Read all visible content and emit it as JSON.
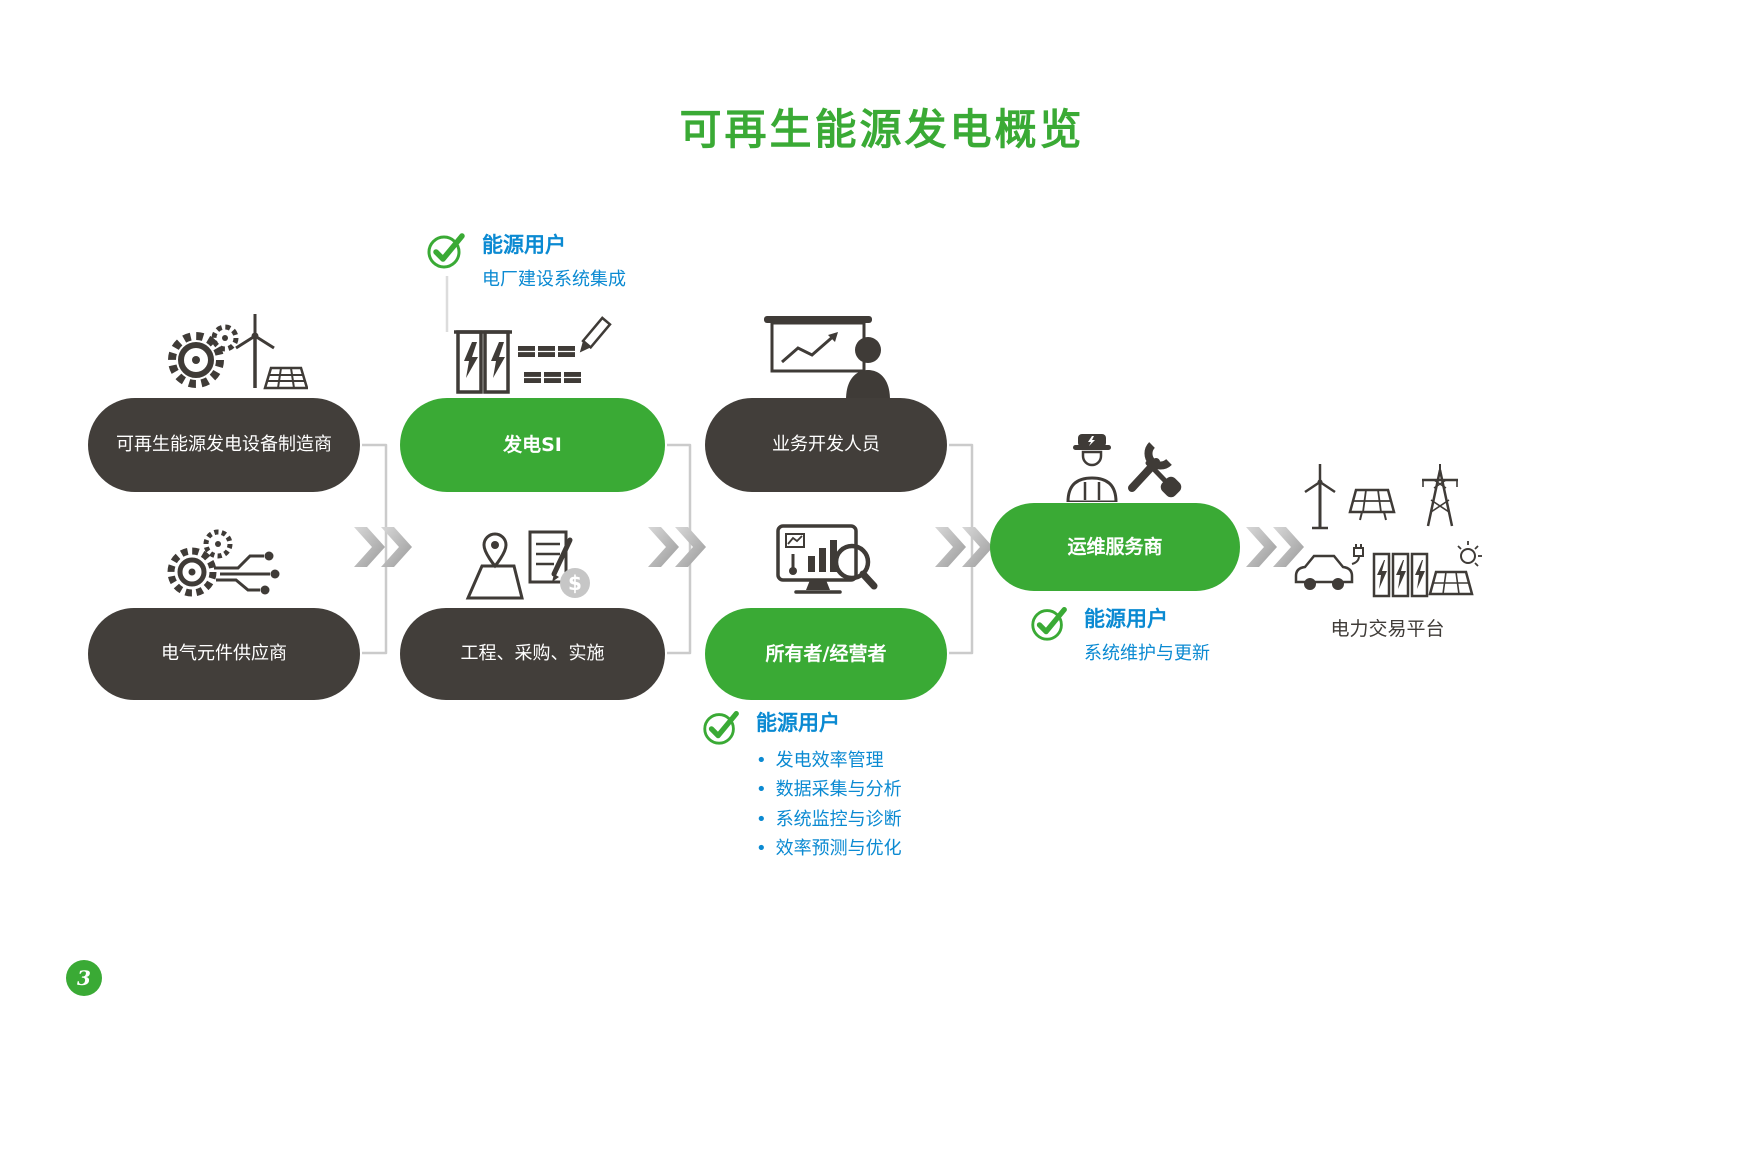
{
  "slide": {
    "title": "可再生能源发电概览",
    "page_number": "3"
  },
  "colors": {
    "brand_green": "#3aaa35",
    "dark_gray": "#423e3a",
    "accent_blue": "#0b8ad2"
  },
  "pills": {
    "manufacturer": "可再生能源发电设备制造商",
    "component_supplier": "电气元件供应商",
    "generation_si": "发电SI",
    "epc": "工程、采购、实施",
    "business_dev": "业务开发人员",
    "owner_operator": "所有者/经营者",
    "om_provider": "运维服务商"
  },
  "annotations": {
    "bullet_marker": "•",
    "plant_build": {
      "title": "能源用户",
      "subtitle": "电厂建设系统集成"
    },
    "operation": {
      "title": "能源用户",
      "bullets": [
        "发电效率管理",
        "数据采集与分析",
        "系统监控与诊断",
        "效率预测与优化"
      ]
    },
    "maintenance": {
      "title": "能源用户",
      "subtitle": "系统维护与更新"
    }
  },
  "platform": {
    "label": "电力交易平台"
  },
  "icons": {
    "dollar_symbol": "$",
    "names": [
      "check-circle-icon",
      "gear-wind-turbine-solar-icon",
      "gears-circuit-icon",
      "battery-solar-pencil-icon",
      "map-pin-checklist-dollar-icon",
      "presenter-chart-icon",
      "monitor-chart-magnifier-icon",
      "technician-tools-icon",
      "wind-turbine-icon",
      "solar-panel-icon",
      "transmission-tower-icon",
      "ev-car-icon",
      "battery-storage-icon",
      "solar-sun-icon",
      "double-chevron-right-icon"
    ]
  }
}
